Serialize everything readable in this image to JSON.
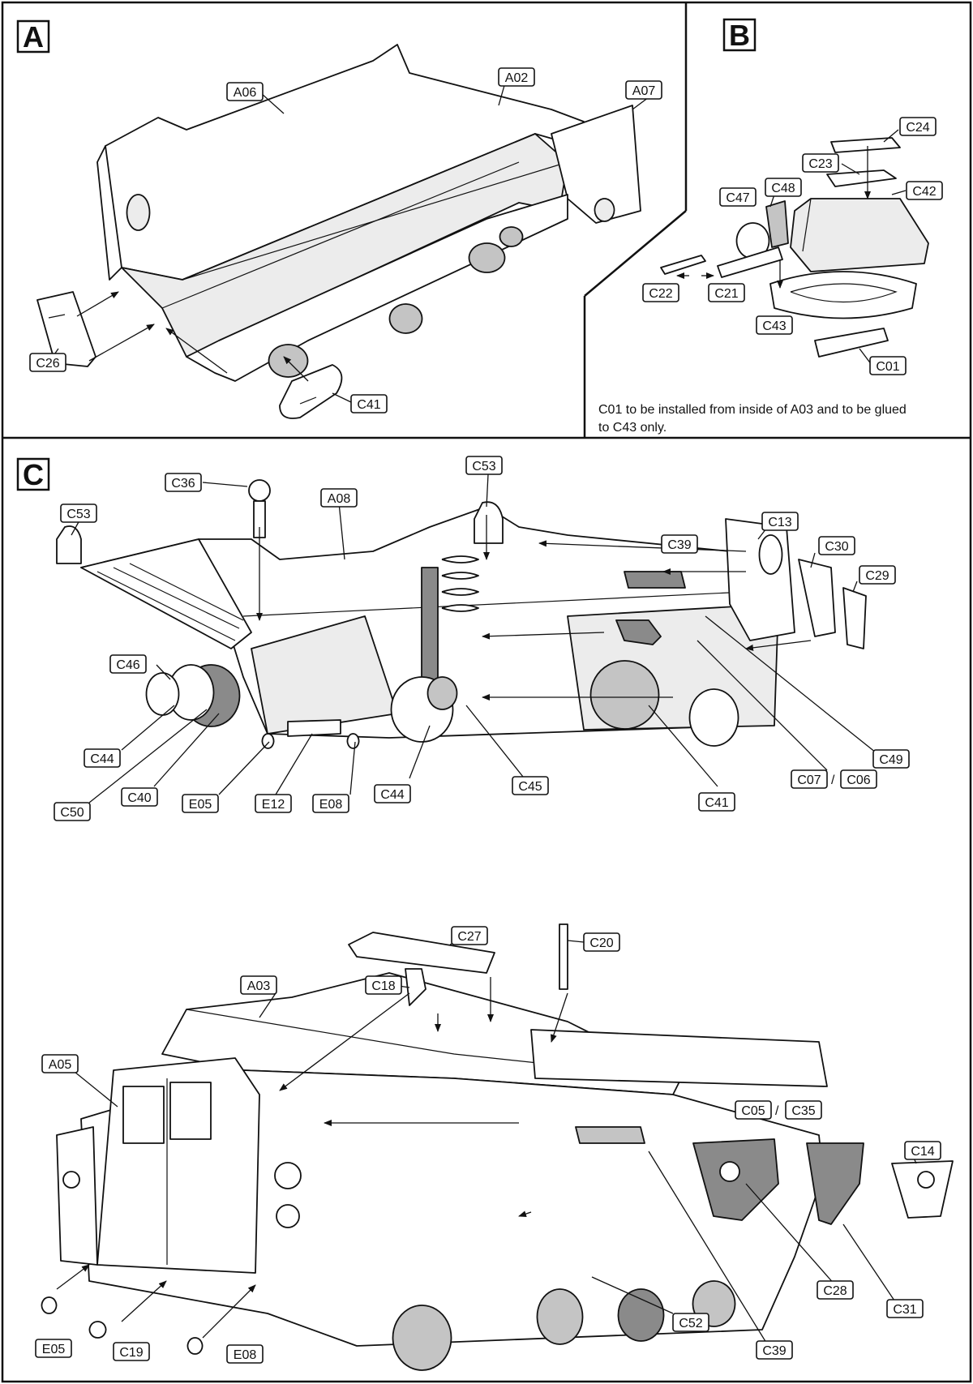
{
  "sections": {
    "a": {
      "letter": "A"
    },
    "b": {
      "letter": "B"
    },
    "c": {
      "letter": "C"
    }
  },
  "labels": {
    "a06": "A06",
    "a02": "A02",
    "a07": "A07",
    "c26": "C26",
    "c41_a": "C41",
    "c24": "C24",
    "c23": "C23",
    "c42": "C42",
    "c47": "C47",
    "c48": "C48",
    "c22": "C22",
    "c21": "C21",
    "c43": "C43",
    "c01": "C01",
    "c36": "C36",
    "a08": "A08",
    "c53_l": "C53",
    "c53_r": "C53",
    "c13": "C13",
    "c30": "C30",
    "c29": "C29",
    "c39_top": "C39",
    "c46": "C46",
    "c44_l": "C44",
    "c50": "C50",
    "c40": "C40",
    "e05_top": "E05",
    "e12": "E12",
    "e08_top": "E08",
    "c44_m": "C44",
    "c45": "C45",
    "c41_c": "C41",
    "c49": "C49",
    "c07": "C07",
    "c06": "C06",
    "c27": "C27",
    "c20": "C20",
    "c18": "C18",
    "a03": "A03",
    "a05": "A05",
    "c05": "C05",
    "c35": "C35",
    "c14": "C14",
    "c28": "C28",
    "c31": "C31",
    "c52": "C52",
    "c39_bot": "C39",
    "e05_bot": "E05",
    "c19": "C19",
    "e08_bot": "E08"
  },
  "separators": {
    "slash_c07": "/",
    "slash_c05": "/"
  },
  "notes": {
    "b_line1": "C01 to be installed from inside of A03 and to be glued",
    "b_line2": "to C43 only."
  }
}
